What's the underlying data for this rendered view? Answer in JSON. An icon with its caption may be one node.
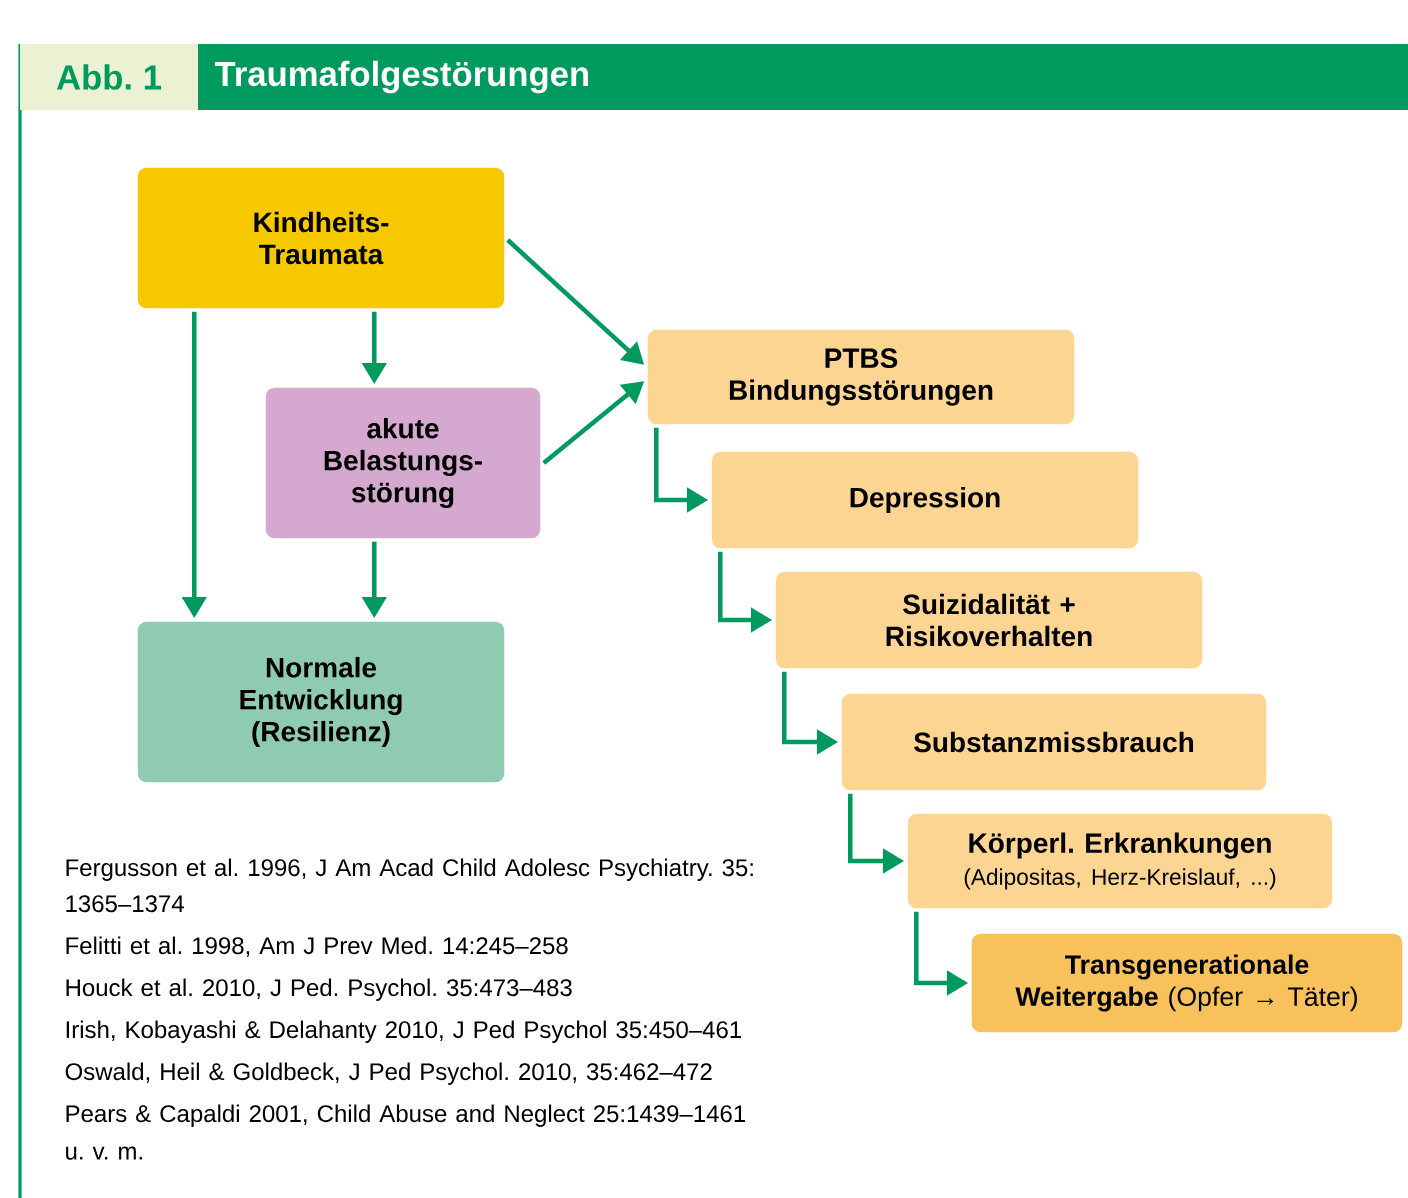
{
  "diagram": {
    "title": "Traumafolgestörungen",
    "nodes": [
      {
        "text": [
          "Kindheits-Traumata"
        ]
      },
      {
        "text": [
          "akute Belastungs-störung"
        ]
      },
      {
        "text": [
          "Normale Entwicklung (Resilienz)"
        ]
      },
      {
        "text": [
          "PTBS Bindungsstörungen"
        ]
      },
      {
        "text": [
          "Depression"
        ]
      },
      {
        "text": [
          "Suizidalität + Risikoverhalten"
        ]
      },
      {
        "text": [
          "Substanzmissbrauch"
        ]
      },
      {
        "text": [
          "Körperl. Erkrankungen",
          "(Adipositas, Herz-Kreislauf, ...)"
        ]
      },
      {
        "text": [
          "**Transgenerationale Weitergabe** (Opfer → Täter)"
        ]
      }
    ],
    "edges": [
      {
        "from": 0,
        "to": 1,
        "arrow": "to"
      },
      {
        "from": 0,
        "to": 2,
        "arrow": "to"
      },
      {
        "from": 0,
        "to": 3,
        "arrow": "to"
      },
      {
        "from": 1,
        "to": 2,
        "arrow": "to"
      },
      {
        "from": 1,
        "to": 3,
        "arrow": "to"
      },
      {
        "from": 3,
        "to": 4,
        "arrow": "to"
      },
      {
        "from": 4,
        "to": 5,
        "arrow": "to"
      },
      {
        "from": 5,
        "to": 6,
        "arrow": "to"
      },
      {
        "from": 6,
        "to": 7,
        "arrow": "to"
      },
      {
        "from": 7,
        "to": 8,
        "arrow": "to"
      }
    ],
    "labels": [
      "Abb. 1",
      "Fergusson et al. 1996, J Am Acad Child Adolesc Psychiatry. 35: 1365–1374",
      "Felitti et al. 1998, Am J Prev Med. 14:245–258",
      "Houck et al. 2010, J Ped. Psychol. 35:473–483",
      "Irish, Kobayashi & Delahanty 2010, J Ped Psychol 35:450–461",
      "Oswald, Heil & Goldbeck, J Ped Psychol. 2010, 35:462–472",
      "Pears & Capaldi 2001, Child Abuse and Neglect 25:1439–1461",
      "u. v. m."
    ]
  }
}
